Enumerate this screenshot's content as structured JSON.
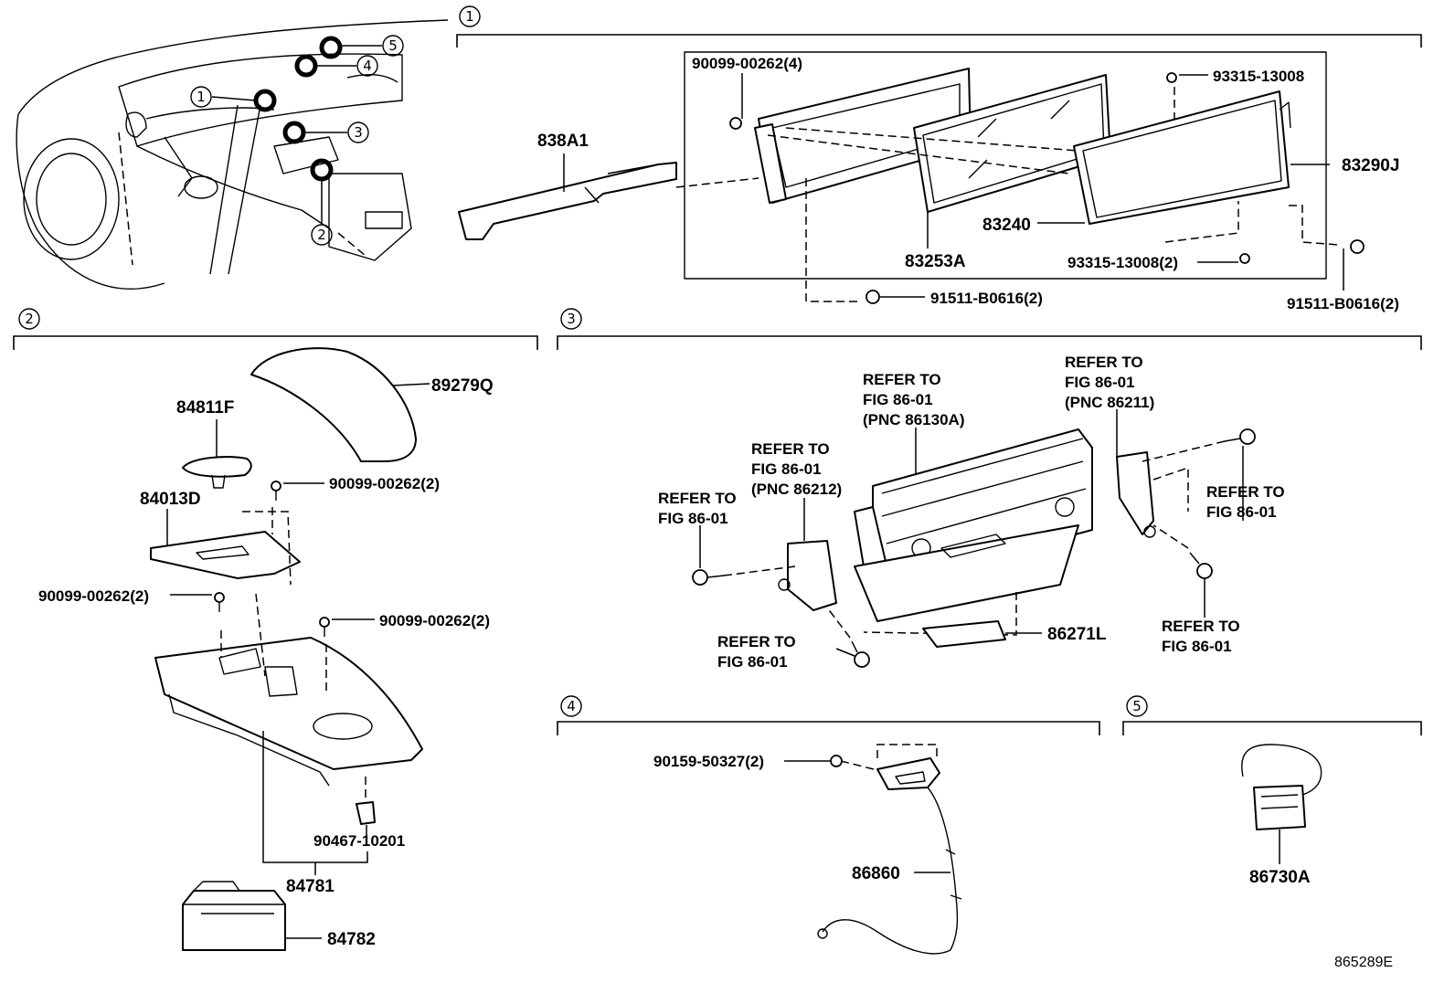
{
  "diagram_code": "865289E",
  "sections": [
    {
      "num": "1"
    },
    {
      "num": "2"
    },
    {
      "num": "3"
    },
    {
      "num": "4"
    },
    {
      "num": "5"
    }
  ],
  "overview_markers": [
    "1",
    "2",
    "3",
    "4",
    "5"
  ],
  "parts": {
    "p838A1": "838A1",
    "p90099_00262_4": "90099-00262(4)",
    "p93315_13008": "93315-13008",
    "p83290J": "83290J",
    "p83240": "83240",
    "p83253A": "83253A",
    "p93315_13008_2": "93315-13008(2)",
    "p91511_B0616_2a": "91511-B0616(2)",
    "p91511_B0616_2b": "91511-B0616(2)",
    "p89279Q": "89279Q",
    "p84811F": "84811F",
    "p84013D": "84013D",
    "p90099_00262_2a": "90099-00262(2)",
    "p90099_00262_2b": "90099-00262(2)",
    "p90099_00262_2c": "90099-00262(2)",
    "p90467_10201": "90467-10201",
    "p84781": "84781",
    "p84782": "84782",
    "p86271L": "86271L",
    "p90159_50327_2": "90159-50327(2)",
    "p86860": "86860",
    "p86730A": "86730A"
  },
  "refer_notes": {
    "r86130A": [
      "REFER TO",
      "FIG 86-01",
      "(PNC 86130A)"
    ],
    "r86211": [
      "REFER TO",
      "FIG 86-01",
      "(PNC 86211)"
    ],
    "r86212": [
      "REFER TO",
      "FIG 86-01",
      "(PNC 86212)"
    ],
    "rLeft": [
      "REFER TO",
      "FIG 86-01"
    ],
    "rRight": [
      "REFER TO",
      "FIG 86-01"
    ],
    "rBottom": [
      "REFER TO",
      "FIG 86-01"
    ],
    "rBottomRight": [
      "REFER TO",
      "FIG 86-01"
    ]
  }
}
